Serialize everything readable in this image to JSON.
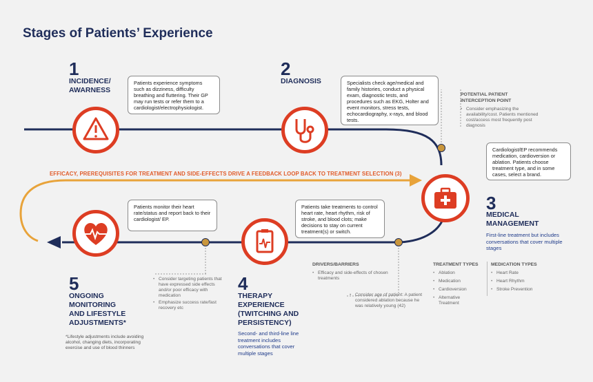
{
  "title": "Stages of Patients’ Experience",
  "stages": [
    {
      "num": "1",
      "name_line1": "INCIDENCE/",
      "name_line2": "AWARNESS",
      "note": "Patients experience symptoms such as  dizziness, difficulty breathing and fluttering. Their GP may run tests or refer them to a cardiologist/electrophysiologist."
    },
    {
      "num": "2",
      "name_line1": "DIAGNOSIS",
      "note": "Specialists check age/medical and family histories, conduct a physical exam, diagnostic tests, and procedures such as EKG, Holter and event monitors, stress tests, echocardiography, x-rays, and blood tests."
    },
    {
      "num": "3",
      "name_line1": "MEDICAL",
      "name_line2": "MANAGEMENT",
      "note": "Cardiologist/EP recommends medication, cardioversion or ablation. Patients choose treatment type, and in some cases, select a brand.",
      "sub": "First-line treatment but includes conversations that cover multiple stages"
    },
    {
      "num": "4",
      "name_line1": "THERAPY",
      "name_line2": "EXPERIENCE",
      "name_line3": "(TWITCHING AND",
      "name_line4": "PERSISTENCY)",
      "note": "Patients take treatments to control heart rate, heart rhythm, risk of stroke, and blood clots; make decisions to stay on current treatment(s) or switch.",
      "sub": "Second- and third-line line treatment includes conversations that cover multiple stages"
    },
    {
      "num": "5",
      "name_line1": "ONGOING",
      "name_line2": "MONITORING",
      "name_line3": "AND LIFESTYLE",
      "name_line4": "ADJUSTMENTS*",
      "note": "Patients monitor their heart rate/status and report  back to their cardiologist/ EP.",
      "sub": "*Lifestyle adjustments include avoiding alcohol, changing diets, incorporating exercise and use of blood thinners"
    }
  ],
  "feedback": "EFFICACY, PREREQUISITES FOR TREATMENT AND SIDE-EFFECTS DRIVE A FEEDBACK LOOP BACK TO TREATMENT SELECTION (3)",
  "interception": {
    "heading_line1": "POTENTIAL PATIENT",
    "heading_line2": "INTERCEPTION POINT",
    "text": "Consider emphasizing the availability/cost. Patients mentioned cost/access most frequently post diagnosis"
  },
  "treatment_types": {
    "heading": "TREATMENT TYPES",
    "items": [
      "Ablation",
      "Medication",
      "Cardioversion",
      "Alternative Treatment"
    ]
  },
  "medication_types": {
    "heading": "MEDICATION TYPES",
    "items": [
      "Heart Rate",
      "Heart Rhythm",
      "Stroke Prevention"
    ]
  },
  "drivers": {
    "heading": "DRIVERS/BARRIERS",
    "items": [
      "Efficacy and side-effects of chosen treatments"
    ]
  },
  "age_note": "Consider age of patient: A patient considered ablation because he was relatively young (42)",
  "stage5_notes": [
    "Consider targeting patients that have expressed side effects and/or poor efficacy with medication",
    "Emphasize success rate/fast recovery etc"
  ],
  "colors": {
    "navy": "#1f2d5a",
    "red": "#dd3d23",
    "orange": "#e8a33a",
    "gold": "#c9963c"
  }
}
